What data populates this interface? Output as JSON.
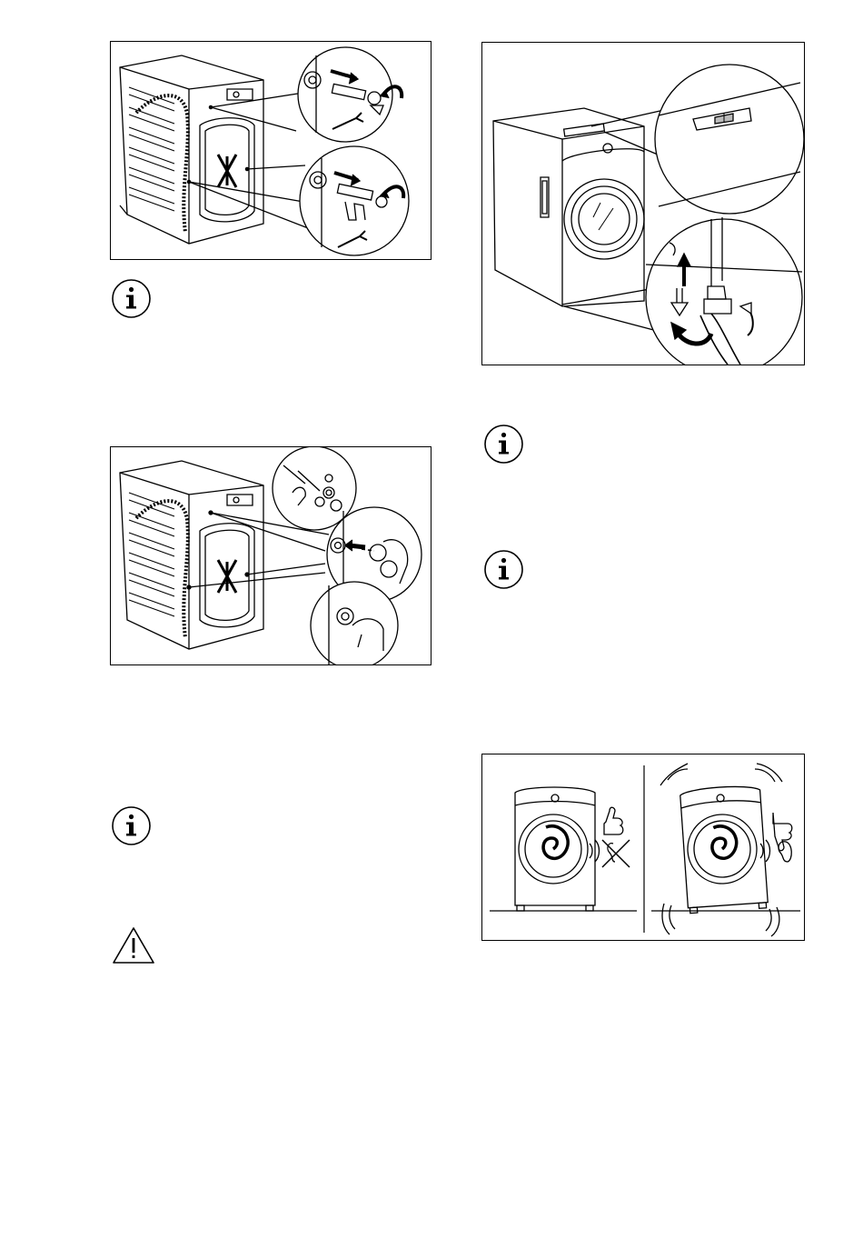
{
  "page": {
    "background": "#ffffff",
    "line_color": "#000000"
  },
  "figures": [
    {
      "id": "remove-transit-bolts",
      "icon": "washer-rear-bolts-illustration"
    },
    {
      "id": "insert-plastic-caps",
      "icon": "washer-rear-caps-illustration"
    },
    {
      "id": "level-appliance",
      "icon": "washer-spirit-level-feet-illustration"
    },
    {
      "id": "vibration-comparison",
      "icon": "washer-level-vs-unlevel-illustration"
    }
  ],
  "notes": [
    {
      "type": "info",
      "icon": "info-icon"
    },
    {
      "type": "info",
      "icon": "info-icon"
    },
    {
      "type": "info",
      "icon": "info-icon"
    },
    {
      "type": "info",
      "icon": "info-icon"
    },
    {
      "type": "warning",
      "icon": "warning-icon"
    }
  ]
}
